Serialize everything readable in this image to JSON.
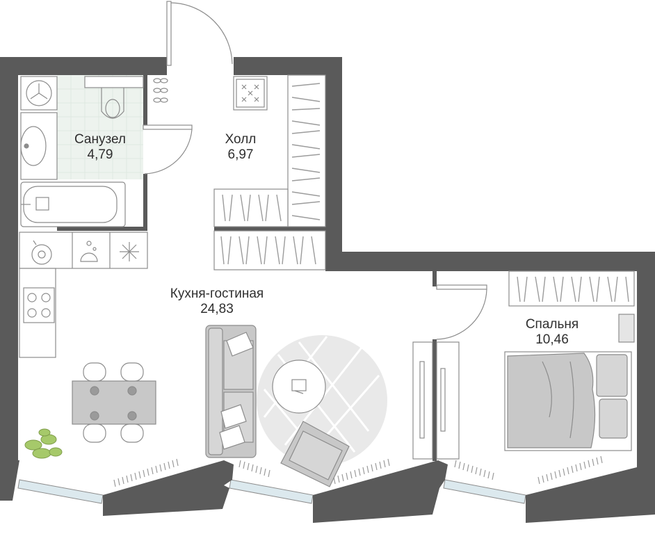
{
  "plan": {
    "rooms": [
      {
        "id": "bathroom",
        "name": "Санузел",
        "area": "4,79"
      },
      {
        "id": "hall",
        "name": "Холл",
        "area": "6,97"
      },
      {
        "id": "living",
        "name": "Кухня-гостиная",
        "area": "24,83"
      },
      {
        "id": "bedroom",
        "name": "Спальня",
        "area": "10,46"
      }
    ],
    "colors": {
      "wall": "#5a5a5a",
      "line": "#8c8c8c",
      "furniture_fill": "#c8c8c8",
      "tile": "#edf3ee",
      "window": "#dce9ee",
      "plant": "#a6c96a"
    }
  }
}
